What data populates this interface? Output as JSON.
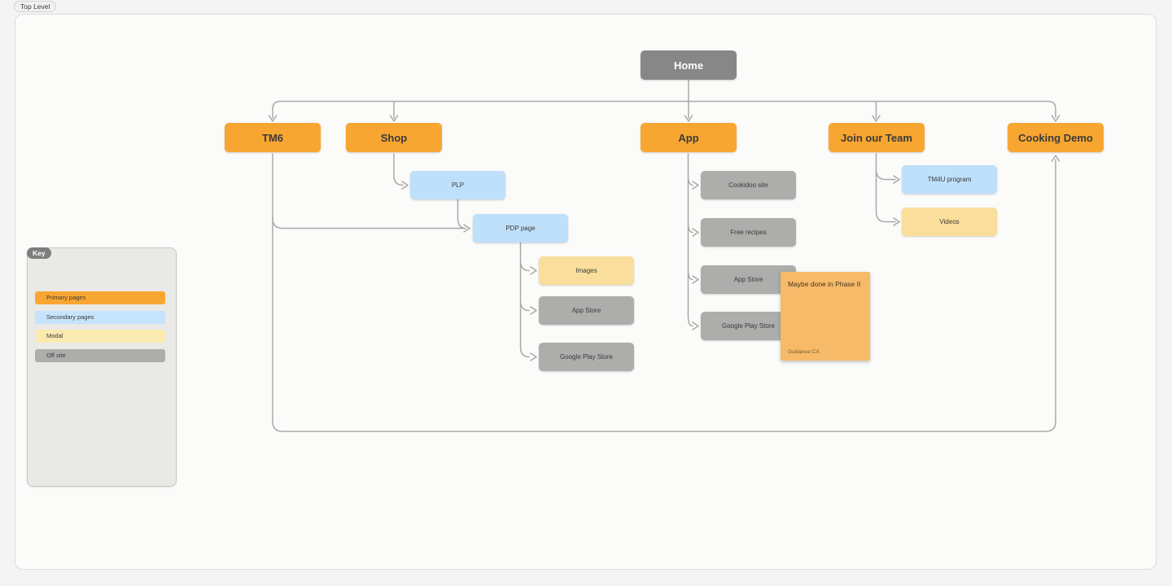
{
  "frame": {
    "label": "Top Level"
  },
  "colors": {
    "page_bg": "#f4f4f5",
    "frame_bg": "#fbfbfa",
    "frame_border": "#dcdcda",
    "connector": "#a9a9a7",
    "node_text": "#3a3a3a",
    "root": "#878787",
    "primary": "#f8a632",
    "secondary": "#bfe0fb",
    "secondary_key": "#c5e4fc",
    "modal": "#f9df9b",
    "modal_key": "#fbeab0",
    "offsite": "#adadab",
    "sticky": "#f7ba69",
    "key_bg": "#e9e9e7",
    "key_border": "#c8c8c6"
  },
  "nodes": {
    "home": {
      "label": "Home",
      "type": "root"
    },
    "tm6": {
      "label": "TM6",
      "type": "primary"
    },
    "shop": {
      "label": "Shop",
      "type": "primary"
    },
    "app": {
      "label": "App",
      "type": "primary"
    },
    "join_our_team": {
      "label": "Join our Team",
      "type": "primary"
    },
    "cooking_demo": {
      "label": "Cooking Demo",
      "type": "primary"
    },
    "plp": {
      "label": "PLP",
      "type": "secondary"
    },
    "pdp": {
      "label": "PDP page",
      "type": "secondary"
    },
    "images": {
      "label": "Images",
      "type": "modal"
    },
    "app_store_pdp": {
      "label": "App Store",
      "type": "offsite"
    },
    "google_play_pdp": {
      "label": "Google Play Store",
      "type": "offsite"
    },
    "cookidoo_site": {
      "label": "Cookidoo site",
      "type": "offsite"
    },
    "free_recipes": {
      "label": "Free recipes",
      "type": "offsite"
    },
    "app_store_app": {
      "label": "App Store",
      "type": "offsite"
    },
    "google_play_app": {
      "label": "Google Play Store",
      "type": "offsite"
    },
    "tm4u_program": {
      "label": "TM4U program",
      "type": "secondary"
    },
    "videos": {
      "label": "Videos",
      "type": "modal"
    }
  },
  "sticky_note": {
    "title": "Maybe done in Phase II",
    "footer": "Guidance CX"
  },
  "key": {
    "badge": "Key",
    "items": [
      {
        "label": "Primary pages",
        "type": "primary"
      },
      {
        "label": "Secondary pages",
        "type": "secondary"
      },
      {
        "label": "Modal",
        "type": "modal"
      },
      {
        "label": "Off site",
        "type": "offsite"
      }
    ]
  }
}
